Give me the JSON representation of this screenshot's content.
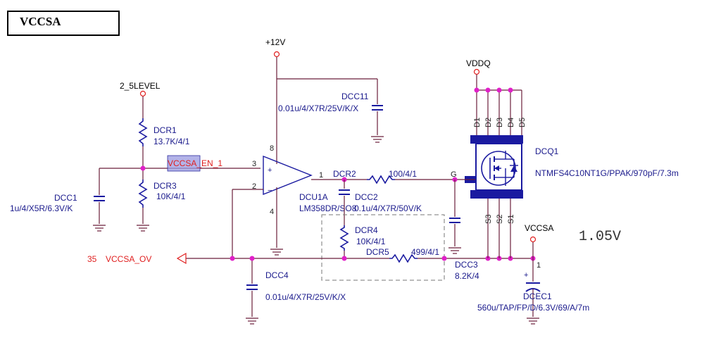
{
  "title": "VCCSA",
  "nets": {
    "p12v": "+12V",
    "level": "2_5LEVEL",
    "vddq": "VDDQ",
    "vccsa": "VCCSA",
    "en": "VCCSA_EN_1",
    "ov_num": "35",
    "ov": "VCCSA_OV"
  },
  "voltage_note": "1.05V",
  "components": {
    "dcr1": {
      "ref": "DCR1",
      "value": "13.7K/4/1"
    },
    "dcr3": {
      "ref": "DCR3",
      "value": "10K/4/1"
    },
    "dcc1": {
      "ref": "DCC1",
      "value": "1u/4/X5R/6.3V/K"
    },
    "dcc11": {
      "ref": "DCC11",
      "value": "0.01u/4/X7R/25V/K/X"
    },
    "dcu1a": {
      "ref": "DCU1A",
      "value": "LM358DR/SO8"
    },
    "dcr2": {
      "ref": "DCR2",
      "value": "100/4/1"
    },
    "dcc2": {
      "ref": "DCC2",
      "value": "0.1u/4/X7R/50V/K"
    },
    "dcr4": {
      "ref": "DCR4",
      "value": "10K/4/1"
    },
    "dcr5": {
      "ref": "DCR5",
      "value": "499/4/1"
    },
    "dcc3": {
      "ref": "DCC3",
      "value": "8.2K/4"
    },
    "dcc4": {
      "ref": "DCC4",
      "value": "0.01u/4/X7R/25V/K/X"
    },
    "dcq1": {
      "ref": "DCQ1",
      "value": "NTMFS4C10NT1G/PPAK/970pF/7.3m"
    },
    "dcec1": {
      "ref": "DCEC1",
      "value": "560u/TAP/FP/D/6.3V/69/A/7m"
    }
  },
  "pins": {
    "opamp_in_pos": "3",
    "opamp_in_neg": "2",
    "opamp_out": "1",
    "opamp_vcc": "8",
    "opamp_gnd": "4",
    "plus": "+",
    "minus": "−",
    "gate": "G",
    "drains": [
      "D1",
      "D2",
      "D3",
      "D4",
      "D5"
    ],
    "sources": [
      "S3",
      "S2",
      "S1"
    ],
    "cap_pol": "+",
    "cap_pin": "1"
  }
}
